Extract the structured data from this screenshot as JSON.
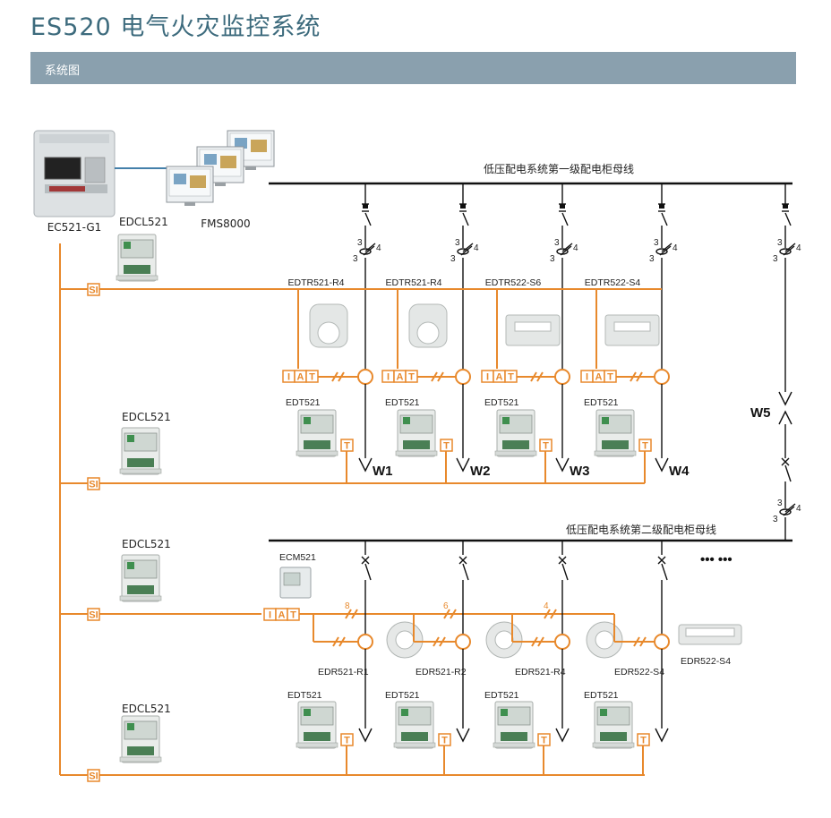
{
  "header": {
    "title": "ES520 电气火灾监控系统",
    "section": "系统图"
  },
  "devices": {
    "host": "EC521-G1",
    "fms": "FMS8000",
    "edcl_1": "EDCL521",
    "edcl_2": "EDCL521",
    "edcl_3": "EDCL521",
    "edcl_4": "EDCL521",
    "ecm": "ECM521"
  },
  "bus": {
    "primary": "低压配电系统第一级配电柜母线",
    "secondary": "低压配电系统第二级配电柜母线",
    "more": "••• •••"
  },
  "sensors_top": [
    "EDTR521-R4",
    "EDTR521-R4",
    "EDTR522-S6",
    "EDTR522-S4"
  ],
  "edt_row1": [
    "EDT521",
    "EDT521",
    "EDT521",
    "EDT521"
  ],
  "feeders": [
    "W1",
    "W2",
    "W3",
    "W4"
  ],
  "feeder_5": "W5",
  "sensors_bottom": [
    "EDR521-R1",
    "EDR521-R2",
    "EDR521-R4",
    "EDR522-S4"
  ],
  "edt_row2": [
    "EDT521",
    "EDT521",
    "EDT521",
    "EDT521"
  ],
  "ct_numbers": {
    "a": "3",
    "b": "4"
  },
  "cable_counts": [
    "8",
    "6",
    "4"
  ],
  "box_labels": {
    "si": "SI",
    "i": "I",
    "a": "A",
    "t": "T"
  },
  "colors": {
    "accent": "#e8892c",
    "title": "#3d6b7d",
    "bar": "#8aa0ae"
  }
}
